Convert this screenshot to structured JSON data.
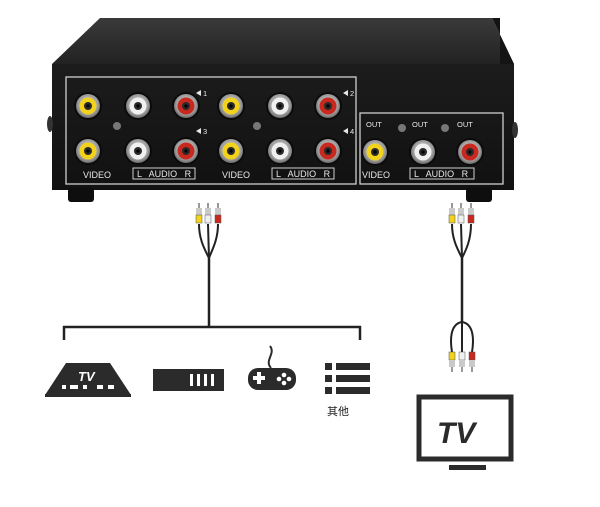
{
  "device": {
    "video_label": "VIDEO",
    "audio_label": "L   AUDIO   R",
    "out_label": "OUT",
    "input_numbers": [
      "1",
      "2",
      "3",
      "4"
    ]
  },
  "sources": {
    "set_top_box_label": "TV",
    "other_label": "其他"
  },
  "tv": {
    "label": "TV"
  },
  "colors": {
    "video_jack": "#f2d21a",
    "left_audio_jack": "#f0f0f0",
    "right_audio_jack": "#c8281e",
    "device_body": "#1e1e1e",
    "icon": "#2b2b2b"
  },
  "icons": [
    "set-top-box-icon",
    "dvd-player-icon",
    "gamepad-icon",
    "list-icon",
    "tv-icon"
  ]
}
